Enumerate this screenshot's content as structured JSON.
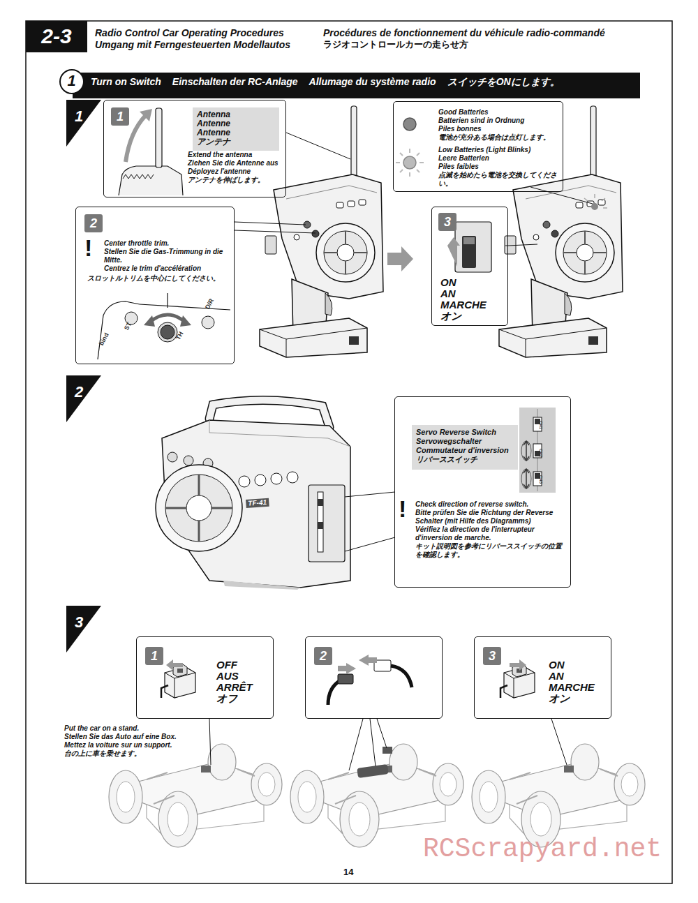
{
  "diagram": {
    "title": "Radio Control Car Operating Procedures",
    "nodes": [
      {
        "text": [
          "2-3"
        ]
      },
      {
        "text": [
          "Turn on Switch",
          "Einschalten der RC-Anlage",
          "Allumage du système radio",
          "スイッチをONにします。"
        ]
      },
      {
        "text": [
          "1"
        ],
        "in": 1
      },
      {
        "text": [
          "1"
        ]
      },
      {
        "text": [
          "Extend the antenna",
          "Ziehen Sie die Antenne aus",
          "Déployez l'antenne",
          "アンテナを伸ばします。"
        ]
      },
      {
        "text": [
          "1"
        ],
        "in": 4
      },
      {
        "text": [
          "Antenna",
          "Antenne",
          "Antenne",
          "アンテナ"
        ],
        "in": 4
      },
      {
        "text": [
          "Good Batteries",
          "Batterien sind in Ordnung",
          "Piles bonnes",
          "電池が充分ある場合は点灯します。",
          "Low Batteries (Light Blinks)",
          "Leere Batterien",
          "Piles faibles",
          "点滅を始めたら電池を交換してください。"
        ]
      },
      {
        "text": [
          "Center throttle trim.",
          "Stellen Sie die Gas-Trimmung in die Mitte.",
          "Centrez le trim d'accélération",
          "スロットルトリムを中心にしてください。"
        ]
      },
      {
        "text": [
          "2"
        ],
        "in": 8
      },
      {
        "text": [
          "ON",
          "AN",
          "MARCHE",
          "オン"
        ]
      },
      {
        "text": [
          "3"
        ],
        "in": 10
      },
      {
        "text": [
          "2"
        ]
      },
      {
        "text": [
          "Check direction of reverse switch.",
          "Bitte prüfen Sie die Richtung der Reverse Schalter (mit Hilfe des Diagramms)",
          "Vérifiez la direction de l'interrupteur d'inversion de marche.",
          "キット説明図を参考にリバーススイッチの位置を確認します。"
        ]
      },
      {
        "text": [
          "Servo Reverse Switch",
          "Servowegschalter",
          "Commutateur d'inversion",
          "リバーススイッチ"
        ],
        "in": 13
      },
      {
        "text": [
          "3"
        ]
      },
      {
        "text": [
          "OFF",
          "AUS",
          "ARRÊT",
          "オフ"
        ]
      },
      {
        "text": [
          "1"
        ],
        "in": 16
      },
      {
        "text": [
          "2"
        ]
      },
      {
        "text": [
          "ON",
          "AN",
          "MARCHE",
          "オン"
        ]
      },
      {
        "text": [
          "3"
        ],
        "in": 19
      }
    ],
    "labels": [
      "Procédures de fonctionnement du véhicule radio-commandé",
      "Umgang mit Ferngesteuerten Modellautos",
      "ラジオコントロールカーの走らせ方",
      "!",
      "TH",
      "ST",
      "bind",
      "D/R",
      "TF-41",
      "CH1",
      "CH2",
      "CH3",
      "!",
      "Put the car on a stand.",
      "Stellen Sie das Auto auf eine Box.",
      "Mettez la voiture sur un support.",
      "台の上に車を乗せます。",
      "14",
      "RCScrapyard.net"
    ]
  }
}
